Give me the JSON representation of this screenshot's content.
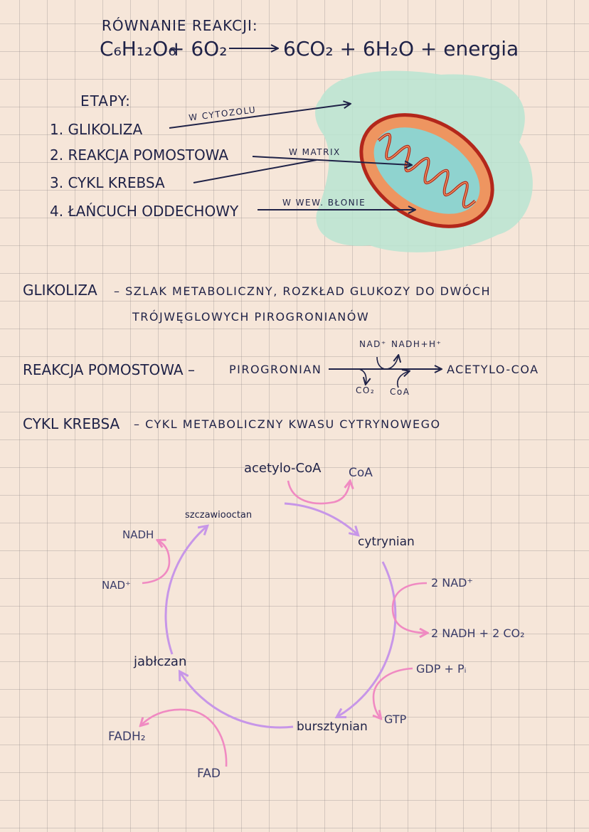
{
  "reaction": {
    "heading": "RÓWNANIE REAKCJI:",
    "lhs_glucose": "C₆H₁₂O₆",
    "lhs_oxygen": "+ 6O₂",
    "rhs": "6CO₂ + 6H₂O + energia"
  },
  "stages": {
    "heading": "ETAPY:",
    "items": [
      "1. GLIKOLIZA",
      "2. REAKCJA POMOSTOWA",
      "3. CYKL KREBSA",
      "4. ŁAŃCUCH ODDECHOWY"
    ],
    "locations": {
      "cytosol": "W CYTOZOLU",
      "matrix": "W MATRIX",
      "membrane": "W WEW. BŁONIE"
    }
  },
  "definitions": {
    "glycolysis_term": "GLIKOLIZA",
    "glycolysis_def_1": "– SZLAK METABOLICZNY, ROZKŁAD GLUKOZY DO DWÓCH",
    "glycolysis_def_2": "TRÓJWĘGLOWYCH PIROGRONIANÓW",
    "bridge_term": "REAKCJA POMOSTOWA –",
    "bridge_substrate": "PIROGRONIAN",
    "bridge_product": "ACETYLO-COA",
    "bridge_nad": "NAD⁺",
    "bridge_nadh": "NADH+H⁺",
    "bridge_co2": "CO₂",
    "bridge_coa": "CoA",
    "krebs_term": "CYKL KREBSA",
    "krebs_def": "– CYKL METABOLICZNY KWASU CYTRYNOWEGO"
  },
  "cycle": {
    "acetyl_coa": "acetylo-CoA",
    "coa": "CoA",
    "oxaloacetate": "szczawiooctan",
    "citrate": "cytrynian",
    "nad_in_2": "2 NAD⁺",
    "nadh_out_2": "2 NADH + 2 CO₂",
    "gdp": "GDP + Pᵢ",
    "gtp": "GTP",
    "succinate": "bursztynian",
    "malate": "jabłczan",
    "fadh2": "FADH₂",
    "fad": "FAD",
    "nadh": "NADH",
    "nad": "NAD⁺"
  },
  "colors": {
    "ink": "#1f2247",
    "cycle_purple": "#c796e8",
    "cofactor_pink": "#f08ac2",
    "mito_fill": "#ee9560",
    "mito_outline": "#b3271b",
    "mito_matrix": "#8fd3cf",
    "mint_blob": "#b9e4d1"
  }
}
